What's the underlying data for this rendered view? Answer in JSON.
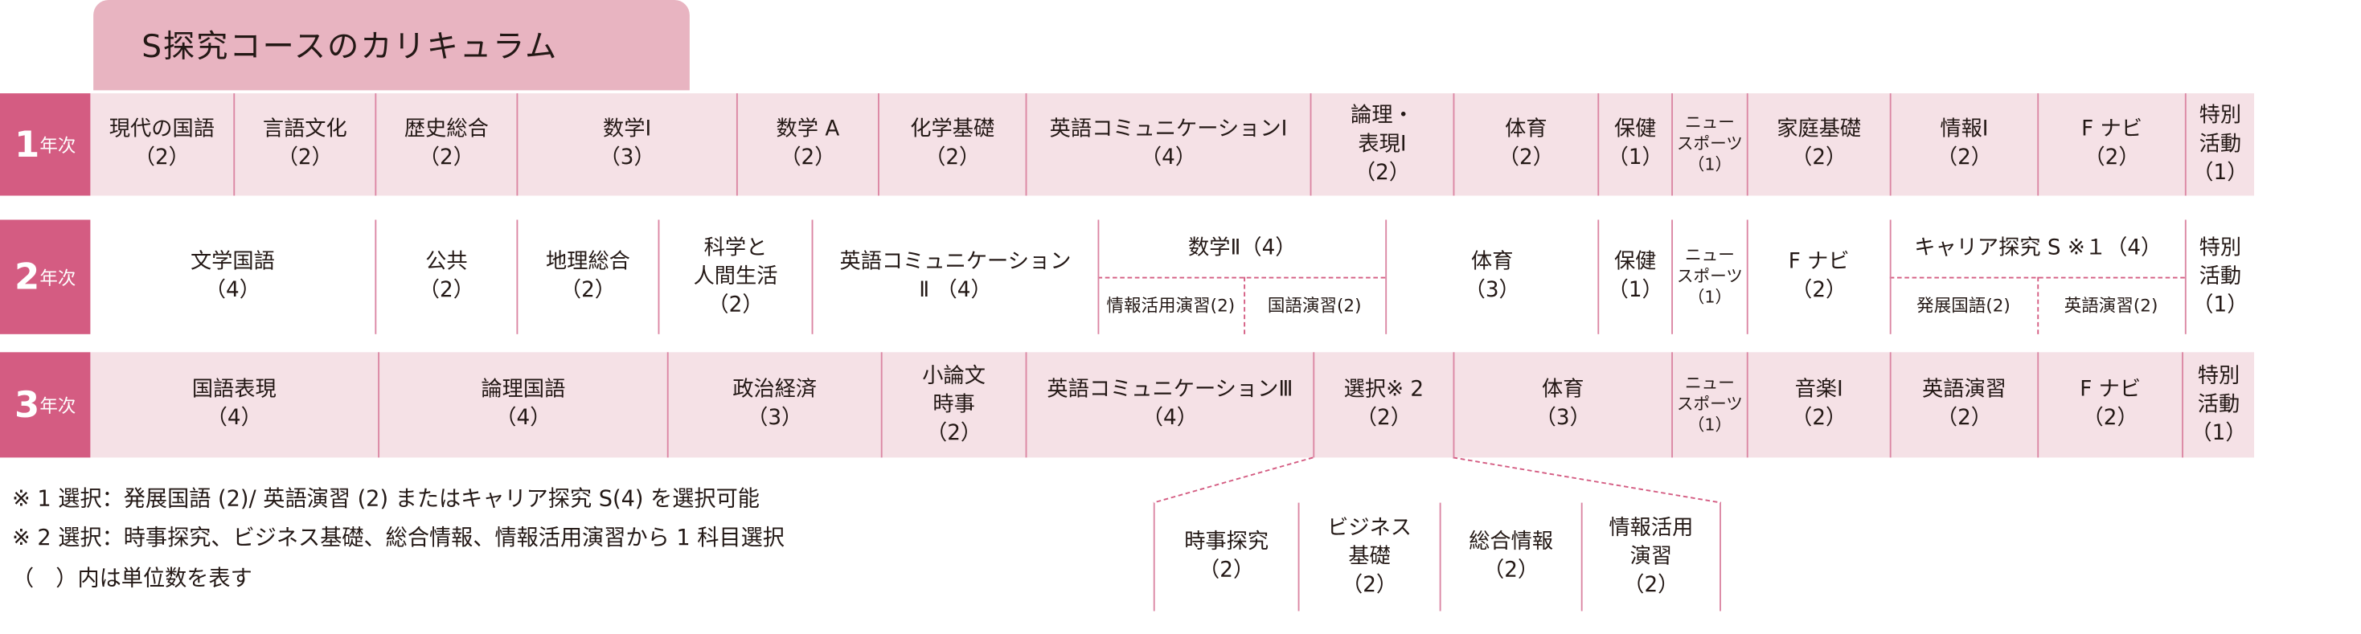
{
  "title": "S探究コースのカリキュラム",
  "colors": {
    "accent": "#d45c82",
    "row_bg": "#f5e1e6",
    "tab_bg": "#e8b4c1"
  },
  "years": [
    {
      "num": "1",
      "suffix": "年次",
      "cells": [
        [
          "現代の国語",
          "（2）"
        ],
        [
          "言語文化",
          "（2）"
        ],
        [
          "歴史総合",
          "（2）"
        ],
        [
          "数学Ⅰ",
          "（3）"
        ],
        [
          "数学 A",
          "（2）"
        ],
        [
          "化学基礎",
          "（2）"
        ],
        [
          "英語コミュニケーションⅠ",
          "（4）"
        ],
        [
          "論理・",
          "表現Ⅰ",
          "（2）"
        ],
        [
          "体育",
          "（2）"
        ],
        [
          "保健",
          "（1）"
        ],
        [
          "ニュー",
          "スポーツ",
          "（1）"
        ],
        [
          "家庭基礎",
          "（2）"
        ],
        [
          "情報Ⅰ",
          "（2）"
        ],
        [
          "F ナビ",
          "（2）"
        ],
        [
          "特別",
          "活動",
          "（1）"
        ]
      ]
    },
    {
      "num": "2",
      "suffix": "年次",
      "cells": [
        [
          "文学国語",
          "（4）"
        ],
        [
          "公共",
          "（2）"
        ],
        [
          "地理総合",
          "（2）"
        ],
        [
          "科学と",
          "人間生活",
          "（2）"
        ],
        [
          "英語コミュニケーション",
          "Ⅱ （4）"
        ],
        [
          "数学Ⅱ（4）"
        ],
        [
          "体育",
          "（3）"
        ],
        [
          "保健",
          "（1）"
        ],
        [
          "ニュー",
          "スポーツ",
          "（1）"
        ],
        [
          "F ナビ",
          "（2）"
        ],
        [
          "キャリア探究 S ※１（4）"
        ],
        [
          "特別",
          "活動",
          "（1）"
        ]
      ],
      "subs": {
        "math": [
          "情報活用演習(2)",
          "国語演習(2)"
        ],
        "career": [
          "発展国語(2)",
          "英語演習(2)"
        ]
      }
    },
    {
      "num": "3",
      "suffix": "年次",
      "cells": [
        [
          "国語表現",
          "（4）"
        ],
        [
          "論理国語",
          "（4）"
        ],
        [
          "政治経済",
          "（3）"
        ],
        [
          "小論文",
          "時事",
          "（2）"
        ],
        [
          "英語コミュニケーションⅢ",
          "（4）"
        ],
        [
          "選択※ 2",
          "（2）"
        ],
        [
          "体育",
          "（3）"
        ],
        [
          "ニュー",
          "スポーツ",
          "（1）"
        ],
        [
          "音楽Ⅰ",
          "（2）"
        ],
        [
          "英語演習",
          "（2）"
        ],
        [
          "F ナビ",
          "（2）"
        ],
        [
          "特別",
          "活動",
          "（1）"
        ]
      ]
    }
  ],
  "electives": [
    [
      "時事探究",
      "（2）"
    ],
    [
      "ビジネス",
      "基礎",
      "（2）"
    ],
    [
      "総合情報",
      "（2）"
    ],
    [
      "情報活用",
      "演習",
      "（2）"
    ]
  ],
  "notes": [
    "※ 1 選択：発展国語 (2)/ 英語演習 (2) またはキャリア探究 S(4) を選択可能",
    "※ 2 選択：時事探究、ビジネス基礎、総合情報、情報活用演習から 1 科目選択",
    "（　）内は単位数を表す"
  ]
}
